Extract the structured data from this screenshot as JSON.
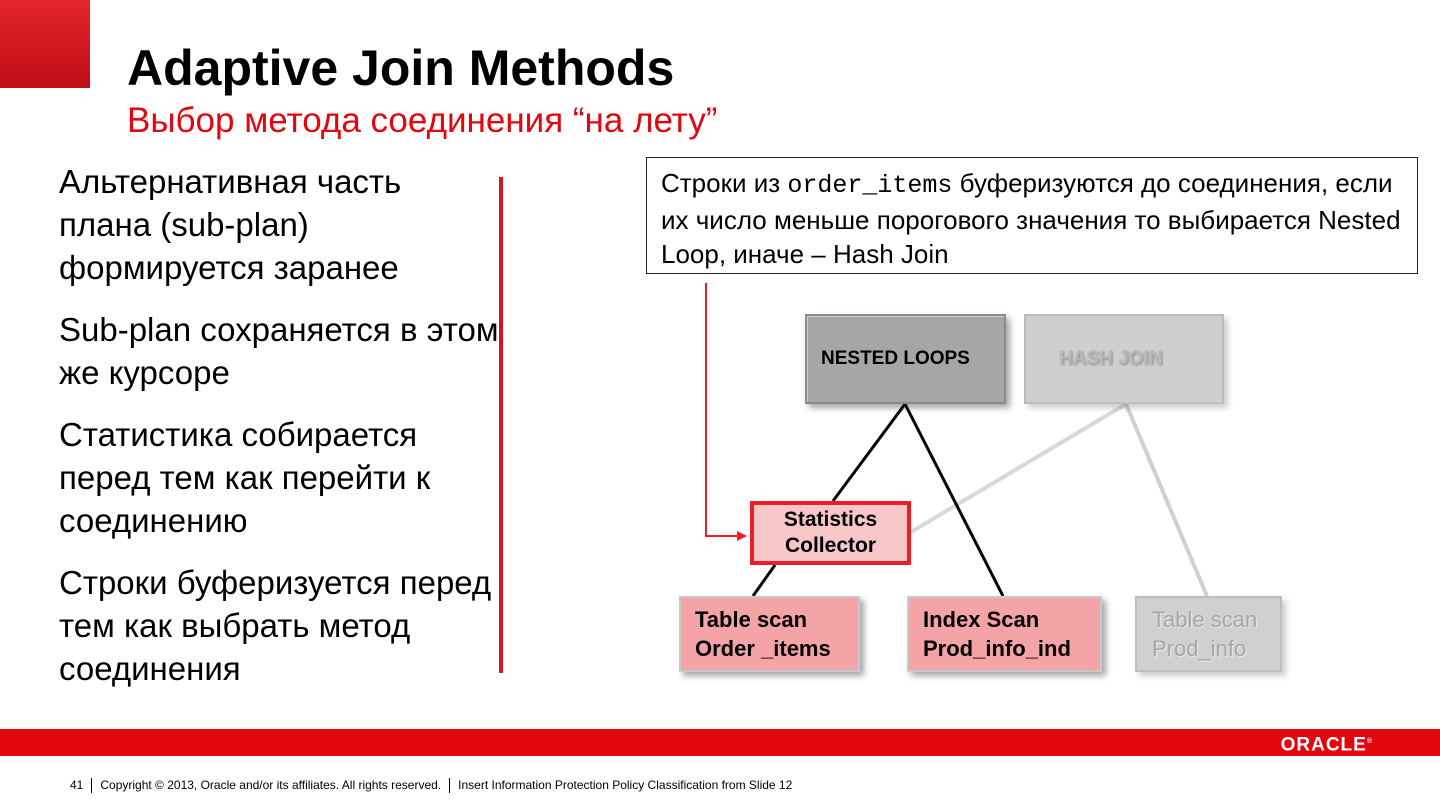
{
  "header": {
    "title": "Adaptive Join Methods",
    "subtitle": "Выбор метода соединения “на лету”"
  },
  "bullets": [
    "Альтернативная часть плана (sub-plan) формируется заранее",
    "Sub-plan сохраняется в этом же курсоре",
    "Статистика собирается перед тем как перейти к соединению",
    "Строки буферизуется перед тем как выбрать метод соединения"
  ],
  "callout": {
    "prefix": "Строки из",
    "code": "order_items",
    "suffix": "буферизуются до соединения, если их число меньше порогового значения то выбирается Nested Loop, иначе – Hash Join"
  },
  "diagram": {
    "nested_loops": "NESTED LOOPS",
    "hash_join": "HASH JOIN",
    "stats_line1": "Statistics",
    "stats_line2": "Collector",
    "leaf1_line1": "Table scan",
    "leaf1_line2": "Order _items",
    "leaf2_line1": "Index Scan",
    "leaf2_line2": "Prod_info_ind",
    "leaf3_line1": "Table scan",
    "leaf3_line2": "Prod_info"
  },
  "footer": {
    "slide_number": "41",
    "copyright": "Copyright © 2013, Oracle and/or its affiliates. All rights reserved.",
    "classification": "Insert Information Protection Policy Classification from Slide 12",
    "logo": "ORACLE"
  },
  "colors": {
    "accent_red": "#e3060e",
    "active_node": "#a6a6a6",
    "inactive_node": "#cfcfcf",
    "pink_node": "#f4a3a6"
  }
}
